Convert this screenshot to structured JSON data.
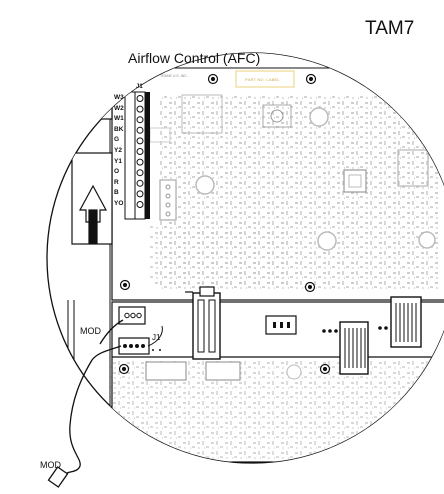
{
  "title": "TAM7",
  "board": {
    "header": "Airflow Control (AFC)",
    "maker": "TRANE U.S. INC.",
    "part_label": "PART NO. LABEL",
    "connector_name": "J1",
    "terminals": [
      "W3",
      "W2",
      "W1",
      "BK",
      "G",
      "Y2",
      "Y1",
      "O",
      "R",
      "B",
      "YO"
    ]
  },
  "callouts": {
    "mod_upper": "MOD",
    "j1_lower": "J1",
    "mod_lower": "MOD"
  },
  "colors": {
    "line": "#111111",
    "board_trace": "#bdbdbd",
    "part_label_outline": "#e8d27a",
    "background": "#ffffff"
  }
}
